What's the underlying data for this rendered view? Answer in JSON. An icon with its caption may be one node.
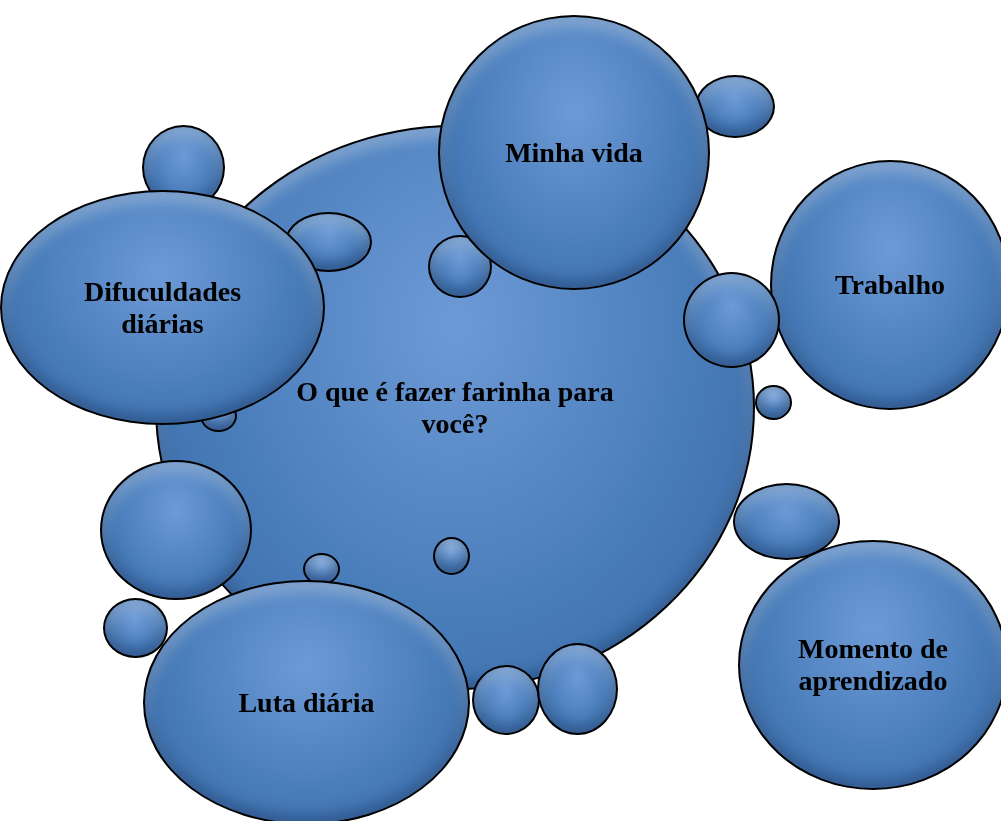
{
  "diagram": {
    "nodes": [
      {
        "text": [
          "Minha vida"
        ]
      },
      {
        "text": [],
        "shape": "circle"
      },
      {
        "text": [],
        "shape": "circle"
      },
      {
        "text": [
          "O que é fazer farinha para você?"
        ]
      },
      {
        "text": [
          "Trabalho"
        ]
      },
      {
        "text": [
          "Difuculdades diárias"
        ]
      },
      {
        "text": [],
        "shape": "circle",
        "in": 3
      },
      {
        "text": [],
        "shape": "circle",
        "in": 3
      },
      {
        "text": [],
        "shape": "circle"
      },
      {
        "text": [],
        "shape": "circle"
      },
      {
        "text": [],
        "shape": "circle",
        "in": 3
      },
      {
        "text": [],
        "shape": "circle"
      },
      {
        "text": [],
        "shape": "circle"
      },
      {
        "text": [],
        "shape": "circle",
        "in": 3
      },
      {
        "text": [
          "Momento de aprendizado"
        ]
      },
      {
        "text": [],
        "shape": "circle",
        "in": 3
      },
      {
        "text": [
          "Luta diária"
        ]
      },
      {
        "text": [],
        "shape": "circle"
      },
      {
        "text": [],
        "shape": "circle"
      },
      {
        "text": [],
        "shape": "circle"
      }
    ]
  }
}
